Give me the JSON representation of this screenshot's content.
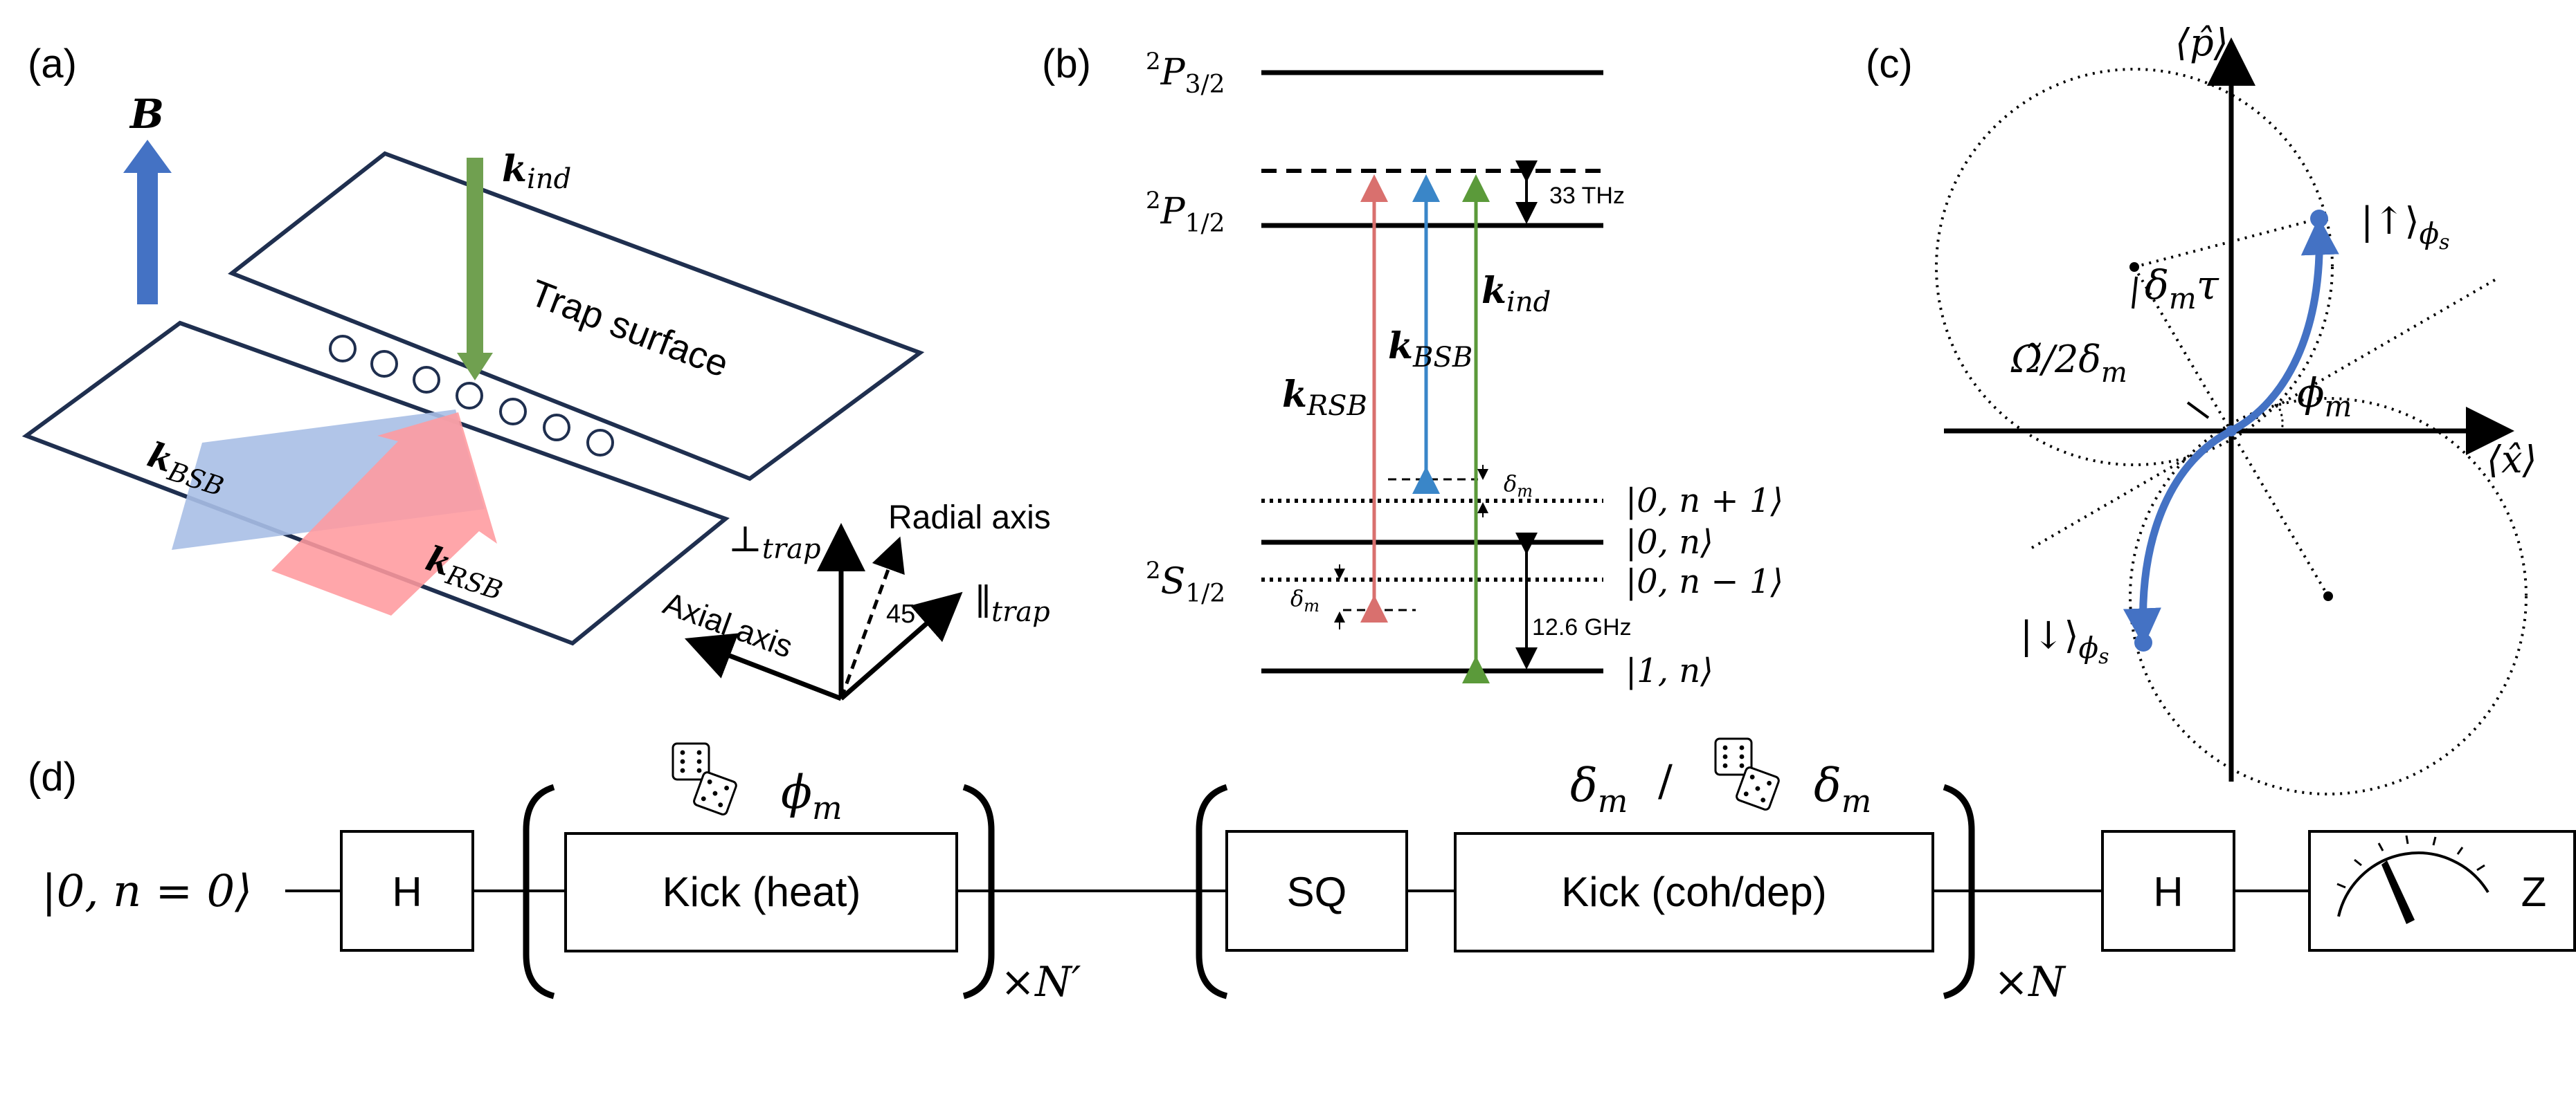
{
  "panel_a": {
    "label": "(a)",
    "b_label": "B",
    "k_ind": "k",
    "k_ind_sub": "ind",
    "k_bsb": "k",
    "k_bsb_sub": "BSB",
    "k_rsb": "k",
    "k_rsb_sub": "RSB",
    "trap_surface": "Trap surface",
    "perp_trap": "⊥",
    "perp_trap_sub": "trap",
    "parallel_trap": "∥",
    "parallel_trap_sub": "trap",
    "radial_axis": "Radial axis",
    "axial_axis": "Axial axis",
    "angle": "45°",
    "ion_count": 7,
    "colors": {
      "b_arrow": "#4472C4",
      "k_ind": "#70A050",
      "bsb": "#A9BFE6",
      "rsb": "#FF9A9E"
    }
  },
  "panel_b": {
    "label": "(b)",
    "p32": "P",
    "p32_pre": "2",
    "p32_sub": "3/2",
    "p12": "P",
    "p12_pre": "2",
    "p12_sub": "1/2",
    "s12": "S",
    "s12_pre": "2",
    "s12_sub": "1/2",
    "thz": "33 THz",
    "ghz": "12.6 GHz",
    "delta_m": "δ",
    "delta_m_sub": "m",
    "k_rsb": "k",
    "k_rsb_sub": "RSB",
    "k_bsb": "k",
    "k_bsb_sub": "BSB",
    "k_ind": "k",
    "k_ind_sub": "ind",
    "state_n_plus": "|0, n + 1⟩",
    "state_n": "|0, n⟩",
    "state_n_minus": "|0, n − 1⟩",
    "state_1n": "|1, n⟩",
    "colors": {
      "rsb": "#D9706E",
      "bsb": "#3A86C8",
      "ind": "#5B9A3A"
    }
  },
  "panel_c": {
    "label": "(c)",
    "p_axis": "⟨p̂⟩",
    "x_axis": "⟨x̂⟩",
    "up_state": "|↑⟩",
    "up_sub": "ϕ",
    "up_sub2": "s",
    "down_state": "|↓⟩",
    "down_sub": "ϕ",
    "down_sub2": "s",
    "delta_tau": "δ",
    "delta_tau_sub": "m",
    "delta_tau_tail": "τ",
    "omega_label": "Ω̃/2δ",
    "omega_sub": "m",
    "phi_m": "ϕ",
    "phi_m_sub": "m",
    "colors": {
      "trajectory": "#4472C4"
    }
  },
  "panel_d": {
    "label": "(d)",
    "initial_state": "|0, n = 0⟩",
    "h1": "H",
    "kick_heat": "Kick (heat)",
    "phi_m": "ϕ",
    "phi_m_sub": "m",
    "repeat1": "×N′",
    "sq": "SQ",
    "kick_coh": "Kick (coh/dep)",
    "delta_m_1": "δ",
    "delta_m_1_sub": "m",
    "slash": "/",
    "delta_m_2": "δ",
    "delta_m_2_sub": "m",
    "repeat2": "×N",
    "h2": "H",
    "z": "Z"
  }
}
